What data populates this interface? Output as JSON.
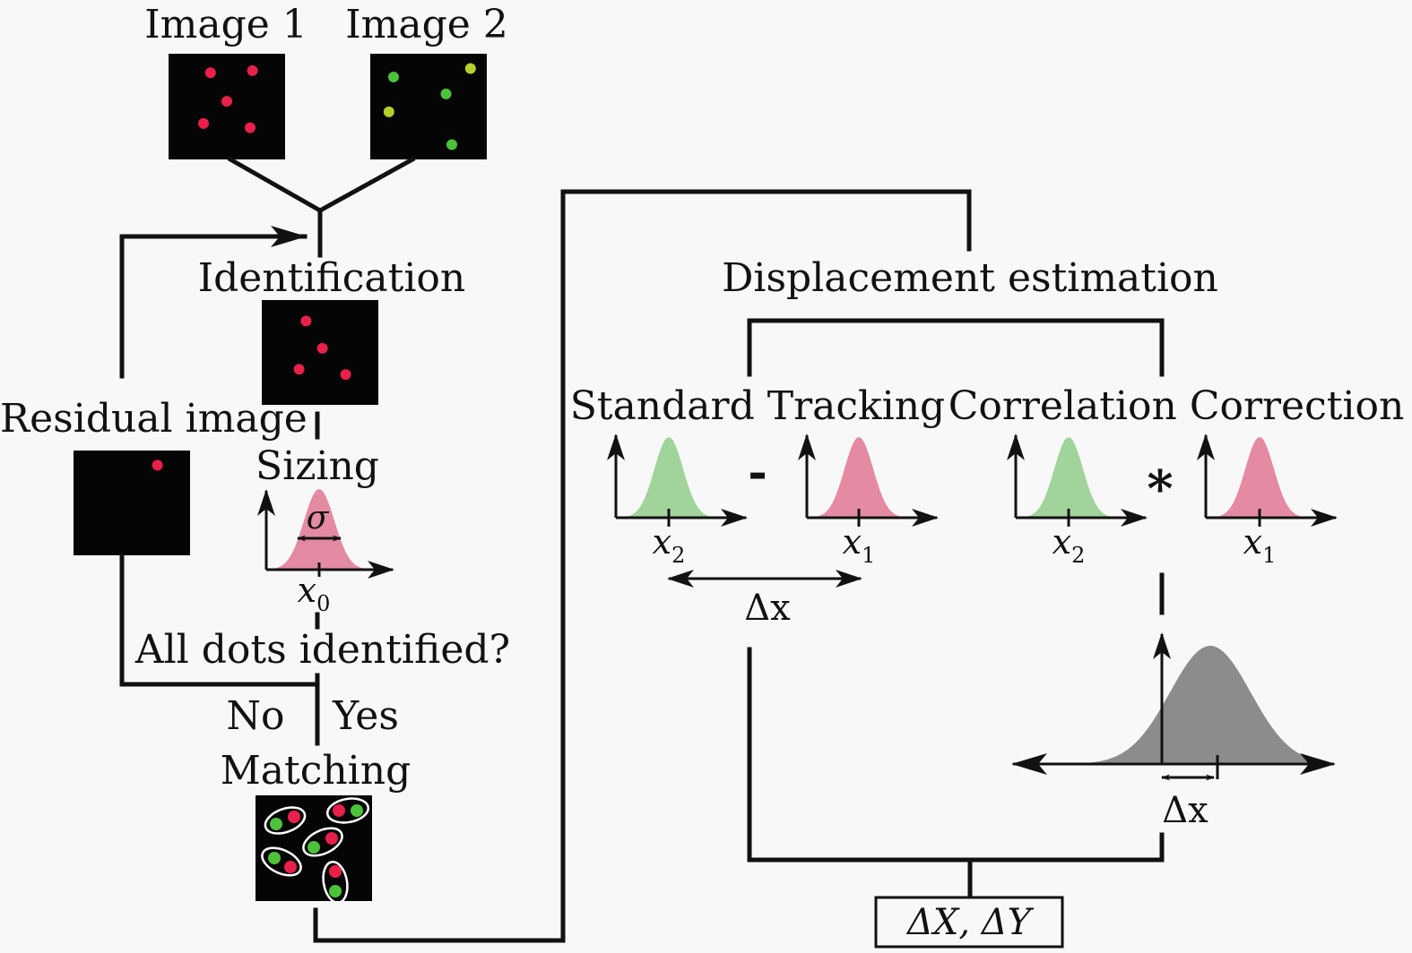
{
  "title": "Dot-tracking displacement estimation flowchart",
  "labels": {
    "image1": "Image 1",
    "image2": "Image 2",
    "identification": "Identification",
    "residual_image": "Residual image",
    "sizing": "Sizing",
    "sigma": "σ",
    "x0": "x",
    "x0_sub": "0",
    "all_dots_identified": "All dots identified?",
    "no": "No",
    "yes": "Yes",
    "matching": "Matching",
    "displacement_estimation": "Displacement estimation",
    "standard_tracking": "Standard Tracking",
    "correlation_correction": "Correlation Correction",
    "minus_operator": "-",
    "convolution_operator": "*",
    "x2": "x",
    "x2_sub": "2",
    "x1": "x",
    "x1_sub": "1",
    "delta_x": "Δx",
    "output": "ΔX, ΔY"
  },
  "colors": {
    "background": "#f8f8f8",
    "line": "#111111",
    "panel_black": "#050505",
    "red_dot": "#e8204a",
    "green_dot": "#4cc23a",
    "yellow_green_dot": "#b7cf2a",
    "green_curve": "#a0d49a",
    "pink_curve": "#e48aa2",
    "gray_curve": "#8c8c8c"
  },
  "panels": {
    "image1_dots": [
      [
        0.36,
        0.18
      ],
      [
        0.72,
        0.16
      ],
      [
        0.5,
        0.45
      ],
      [
        0.3,
        0.66
      ],
      [
        0.7,
        0.7
      ]
    ],
    "image2_dots": [
      [
        0.2,
        0.22
      ],
      [
        0.86,
        0.14
      ],
      [
        0.65,
        0.38
      ],
      [
        0.16,
        0.55
      ],
      [
        0.7,
        0.86
      ]
    ],
    "identification_dots": [
      [
        0.38,
        0.2
      ],
      [
        0.52,
        0.46
      ],
      [
        0.32,
        0.66
      ],
      [
        0.72,
        0.71
      ]
    ],
    "residual_dots": [
      [
        0.72,
        0.14
      ]
    ]
  }
}
